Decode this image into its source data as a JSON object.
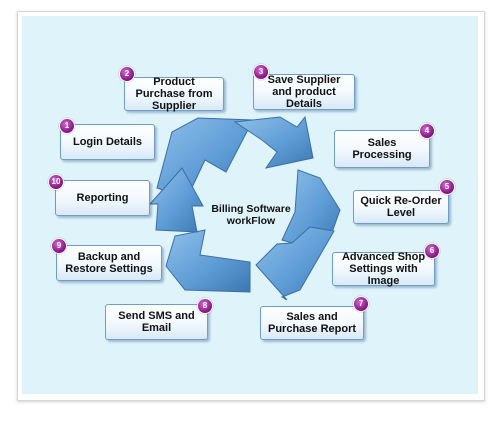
{
  "diagram": {
    "center_title": "Billing Software workFlow",
    "arrow_color": "#5f9dd6",
    "badge_color": "#8e1c8a",
    "steps": [
      {
        "number": "1",
        "label": "Login Details"
      },
      {
        "number": "2",
        "label": "Product Purchase from Supplier"
      },
      {
        "number": "3",
        "label": "Save Supplier and product Details"
      },
      {
        "number": "4",
        "label": "Sales Processing"
      },
      {
        "number": "5",
        "label": "Quick Re-Order Level"
      },
      {
        "number": "6",
        "label": "Advanced Shop Settings with Image"
      },
      {
        "number": "7",
        "label": "Sales and Purchase Report"
      },
      {
        "number": "8",
        "label": "Send SMS and Email"
      },
      {
        "number": "9",
        "label": "Backup and Restore Settings"
      },
      {
        "number": "10",
        "label": "Reporting"
      }
    ]
  }
}
